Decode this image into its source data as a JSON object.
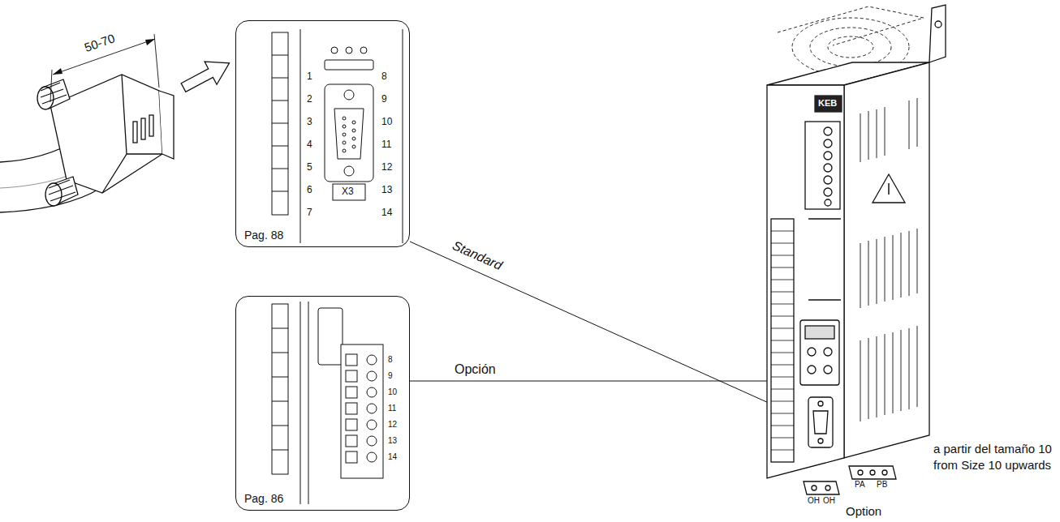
{
  "diagram": {
    "nodes": [
      {
        "text": [
          "Pag. 88"
        ]
      },
      {
        "text": [
          "Pag. 86"
        ]
      }
    ],
    "labels": [
      "50-70",
      "1",
      "2",
      "3",
      "4",
      "5",
      "6",
      "7",
      "8",
      "9",
      "10",
      "11",
      "12",
      "13",
      "14",
      "X3",
      "8",
      "9",
      "10",
      "11",
      "12",
      "13",
      "14",
      "Standard",
      "Opción",
      "KEB",
      "OH",
      "OH",
      "PA",
      "PB",
      "a partir del tamaño 10",
      "from Size 10 upwards",
      "Option"
    ]
  }
}
